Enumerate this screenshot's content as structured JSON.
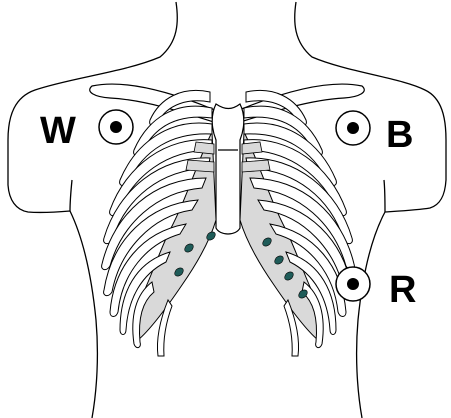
{
  "electrodes": [
    {
      "id": "w",
      "label": "W"
    },
    {
      "id": "b",
      "label": "B"
    },
    {
      "id": "r",
      "label": "R"
    }
  ],
  "colors": {
    "outline": "#000000",
    "cartilage_fill": "#d9d9d9",
    "lung_marks": "#1f5c59",
    "background": "#ffffff"
  }
}
